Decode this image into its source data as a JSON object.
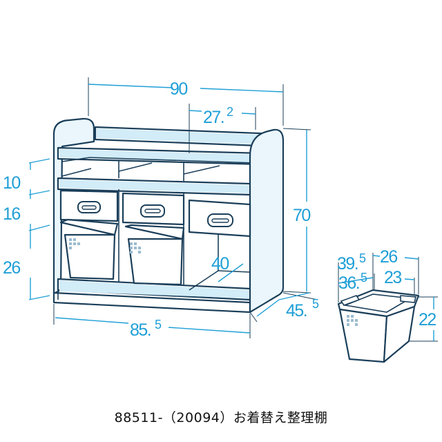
{
  "dimensions": {
    "shelf_width": "90",
    "compartment_width": "27.",
    "compartment_width_frac": "2",
    "top_tier_height": "10",
    "drawer_height": "16",
    "lower_tier_height": "26",
    "shelf_height": "70",
    "inner_depth": "40",
    "shelf_depth": "45.",
    "shelf_depth_frac": "5",
    "base_width": "85.",
    "base_width_frac": "5",
    "basket_top_length": "39.",
    "basket_top_length_frac": "5",
    "basket_top_width": "26",
    "basket_bottom_length": "36.",
    "basket_bottom_length_frac": "5",
    "basket_bottom_width": "23",
    "basket_height": "22"
  },
  "caption": "88511-（20094）お着替え整理棚"
}
